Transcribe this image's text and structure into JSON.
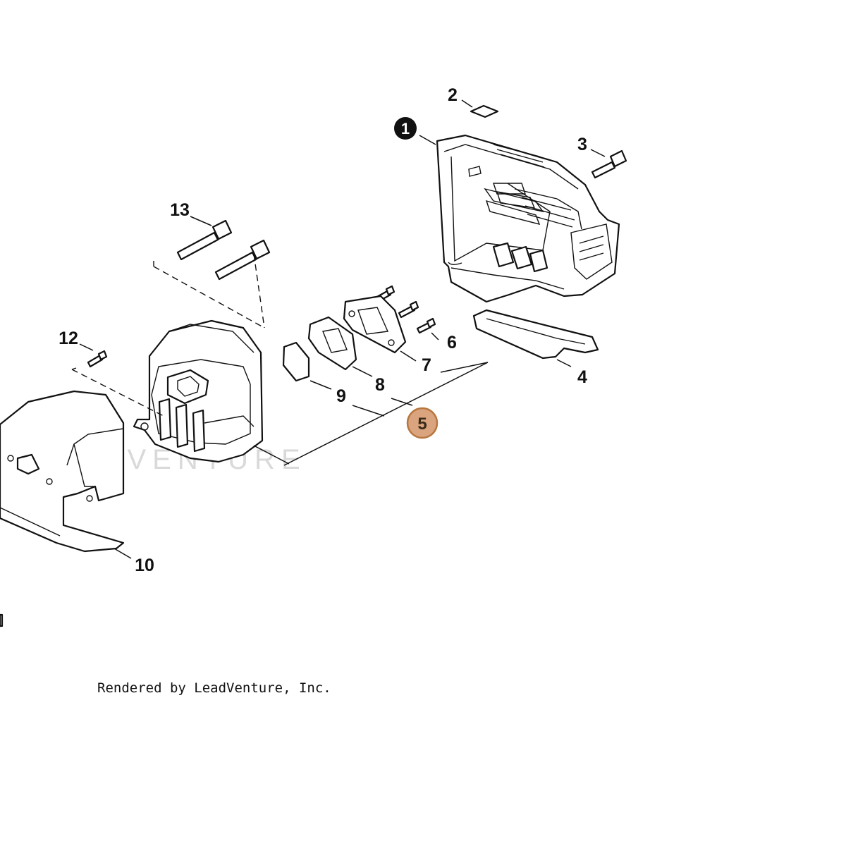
{
  "watermark": "LEADVENTURE",
  "footer_text": "Rendered by LeadVenture, Inc.",
  "highlight_color": "#d9a47e",
  "highlight_stroke": "#b8763f",
  "callouts": {
    "c1": "1",
    "c2": "2",
    "c3": "3",
    "c4": "4",
    "c5": "5",
    "c6": "6",
    "c7": "7",
    "c8": "8",
    "c9": "9",
    "c10": "10",
    "c12": "12",
    "c13": "13"
  }
}
